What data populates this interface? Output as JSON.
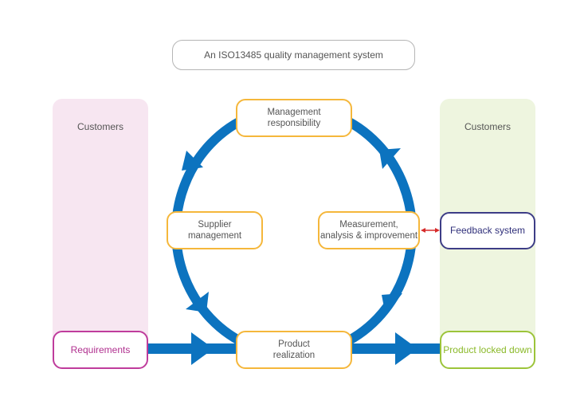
{
  "title": "An ISO13485 quality management system",
  "left_column": {
    "label": "Customers"
  },
  "right_column": {
    "label": "Customers"
  },
  "nodes": {
    "management": "Management\nresponsibility",
    "supplier": "Supplier\nmanagement",
    "measurement": "Measurement,\nanalysis & improvement",
    "product": "Product\nrealization",
    "requirements": "Requirements",
    "feedback": "Feedback system",
    "locked": "Product locked down"
  },
  "colors": {
    "flow": "#0c73bf",
    "box_border": "#f5b73b",
    "requirements": "#bf3c9c",
    "feedback": "#3d3d86",
    "locked": "#9cc43a",
    "link_arrow": "#d62a2a"
  }
}
